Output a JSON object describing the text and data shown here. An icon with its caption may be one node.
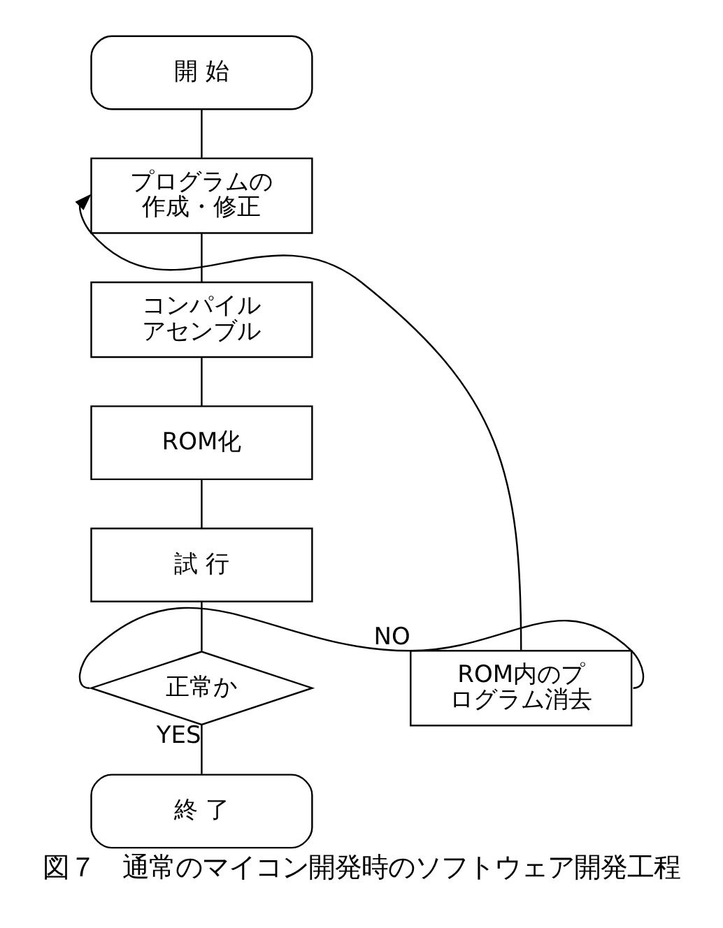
{
  "diagram": {
    "caption": "図７　通常のマイコン開発時のソフトウェア開発工程",
    "nodes": [
      {
        "text": [
          "開 始"
        ]
      },
      {
        "text": [
          "プログラムの作成・修正"
        ]
      },
      {
        "text": [
          "コンパイルアセンブル"
        ]
      },
      {
        "text": [
          "ROM化"
        ]
      },
      {
        "text": [
          "試 行"
        ]
      },
      {
        "text": [
          "正常か"
        ]
      },
      {
        "text": [
          "ROM内のプログラム消去"
        ]
      },
      {
        "text": [
          "終 了"
        ]
      }
    ],
    "edges": [
      {
        "from": 0,
        "to": 1,
        "arrow": "none"
      },
      {
        "from": 1,
        "to": 2,
        "arrow": "none"
      },
      {
        "from": 2,
        "to": 3,
        "arrow": "none"
      },
      {
        "from": 3,
        "to": 4,
        "arrow": "none"
      },
      {
        "from": 4,
        "to": 5,
        "arrow": "none"
      },
      {
        "from": 5,
        "to": 7,
        "arrow": "none",
        "label": "YES"
      },
      {
        "from": 5,
        "to": 6,
        "arrow": "none",
        "label": "NO"
      },
      {
        "from": 6,
        "to": 1,
        "arrow": "to"
      }
    ]
  }
}
